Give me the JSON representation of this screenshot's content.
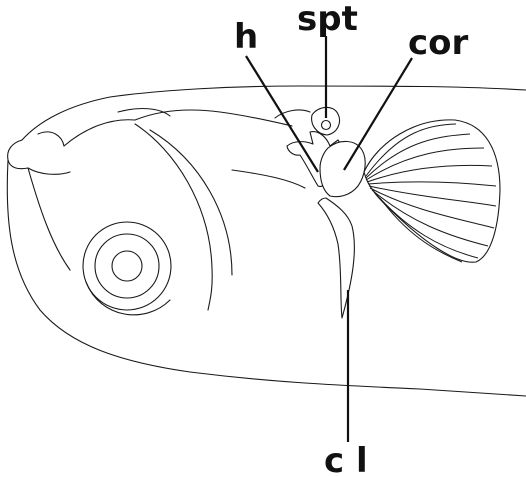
{
  "figure": {
    "labels": {
      "h": "h",
      "spt": "spt",
      "cor": "cor",
      "cl": "c l"
    }
  },
  "colors": {
    "line": "#1a1a1a",
    "background": "#ffffff"
  }
}
